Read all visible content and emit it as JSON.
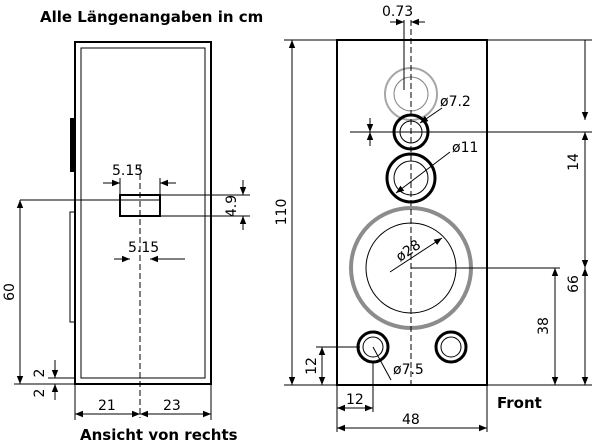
{
  "header": {
    "units_note": "Alle Längenangaben in cm"
  },
  "side_view": {
    "caption": "Ansicht von rechts",
    "dims": {
      "port_width_top": "5.15",
      "port_width_bottom": "5.15",
      "port_height": "4.9",
      "port_center_height": "60",
      "bottom_2_a": "2",
      "bottom_2_b": "2",
      "depth_front": "21",
      "depth_rear": "23"
    }
  },
  "front_view": {
    "caption": "Front",
    "dims": {
      "offset": "0.73",
      "tweeter_diameter": "ø7.2",
      "mid_diameter": "ø11",
      "woofer_diameter": "ø28",
      "port_diameter": "ø7.5",
      "height": "110",
      "width": "48",
      "port_center_offset": "12",
      "port_center_height": "12",
      "tweeter_from_top": "14",
      "woofer_center_from_top": "66",
      "woofer_center_height": "38"
    }
  }
}
